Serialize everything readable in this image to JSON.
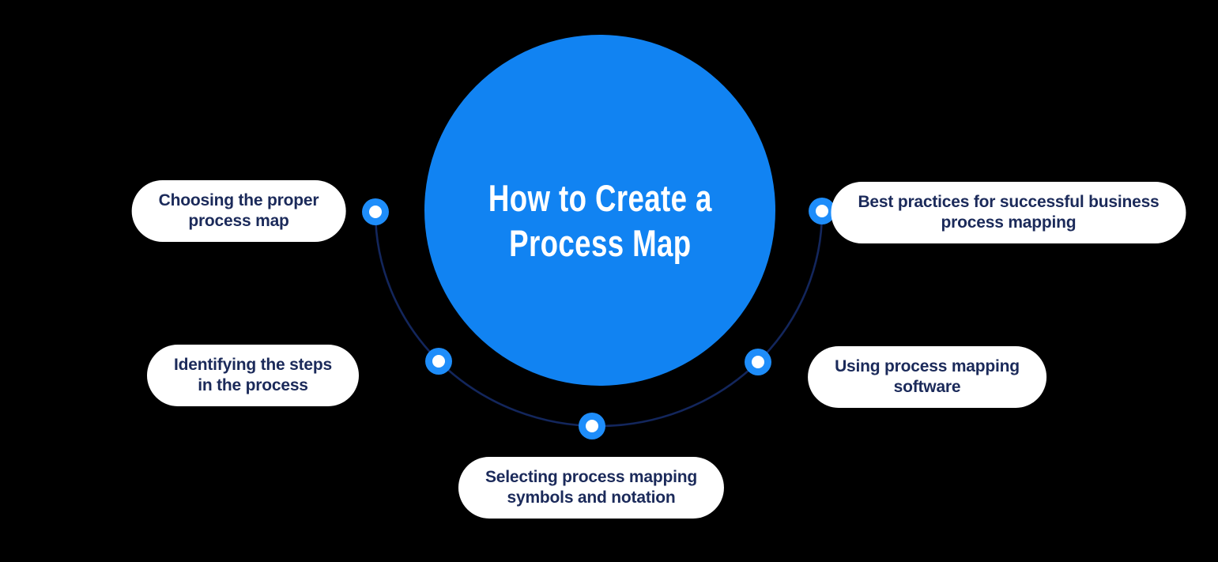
{
  "title": {
    "lines": [
      "How to Create a",
      "Process Map"
    ]
  },
  "steps": [
    {
      "lines": [
        "Choosing the proper",
        "process map"
      ]
    },
    {
      "lines": [
        "Identifying the steps",
        "in the process"
      ]
    },
    {
      "lines": [
        "Selecting process mapping",
        "symbols and notation"
      ]
    },
    {
      "lines": [
        "Using process mapping",
        "software"
      ]
    },
    {
      "lines": [
        "Best practices for successful business",
        "process mapping"
      ]
    }
  ],
  "icons": {
    "node_glyph": "filled-circle-ring"
  },
  "colors": {
    "bg": "#000000",
    "circle": "#1183F2",
    "node": "#1E8DFA",
    "arc": "#13265C",
    "pillBg": "#FFFFFF",
    "pillText": "#1B2A5A",
    "titleText": "#FFFFFF"
  }
}
